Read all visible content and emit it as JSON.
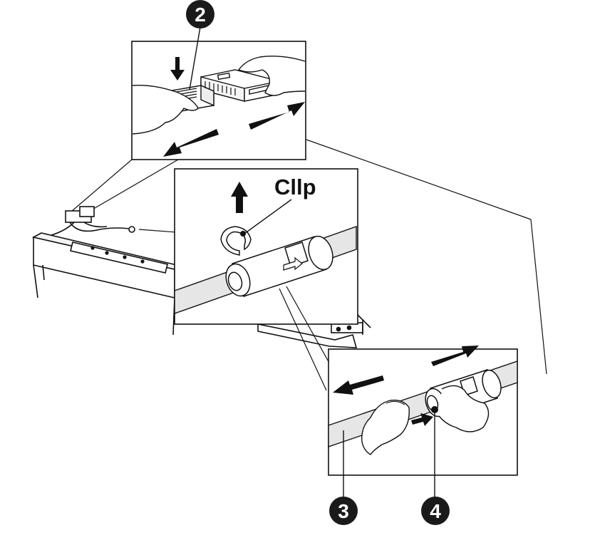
{
  "diagram": {
    "callouts": {
      "step_2": "2",
      "step_3": "3",
      "step_4": "4"
    },
    "clip_label": "Cllp",
    "colors": {
      "line": "#111111",
      "badge_fill": "#1a1a1a",
      "badge_text": "#ffffff",
      "pipe_fill": "#e6e6e6",
      "background": "#ffffff"
    },
    "icons": [
      "down-arrow-icon",
      "up-arrow-icon",
      "left-arrow-icon",
      "right-arrow-icon",
      "hand-icon"
    ]
  }
}
